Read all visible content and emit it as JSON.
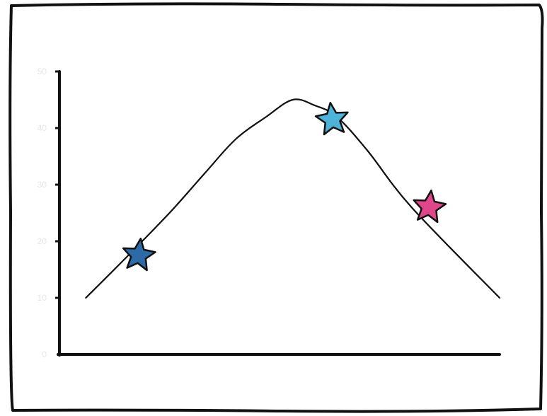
{
  "colors": {
    "frame": "#111111",
    "axis": "#111111",
    "curve": "#111111",
    "tick_text": "#e6e6e6",
    "background": "#ffffff"
  },
  "chart_data": {
    "type": "line",
    "title": "",
    "xlabel": "",
    "ylabel": "",
    "ylim": [
      0,
      50
    ],
    "xlim": [
      0,
      100
    ],
    "yticks": [
      "0",
      "10",
      "20",
      "30",
      "40",
      "50"
    ],
    "grid": false,
    "legend": "none",
    "series": [
      {
        "x": [
          6,
          15,
          25,
          33,
          40,
          47,
          53,
          58,
          63,
          70,
          80,
          100
        ],
        "values": [
          10,
          17,
          25,
          32,
          38,
          42,
          45,
          44,
          42,
          36,
          26,
          10
        ],
        "color": "#111111"
      }
    ],
    "markers": [
      {
        "x": 18,
        "y": 17.5,
        "color": "#2e6aa6",
        "shape": "star"
      },
      {
        "x": 62,
        "y": 41.5,
        "color": "#4fb3d9",
        "shape": "star"
      },
      {
        "x": 84,
        "y": 26,
        "color": "#e0468a",
        "shape": "star"
      }
    ]
  }
}
